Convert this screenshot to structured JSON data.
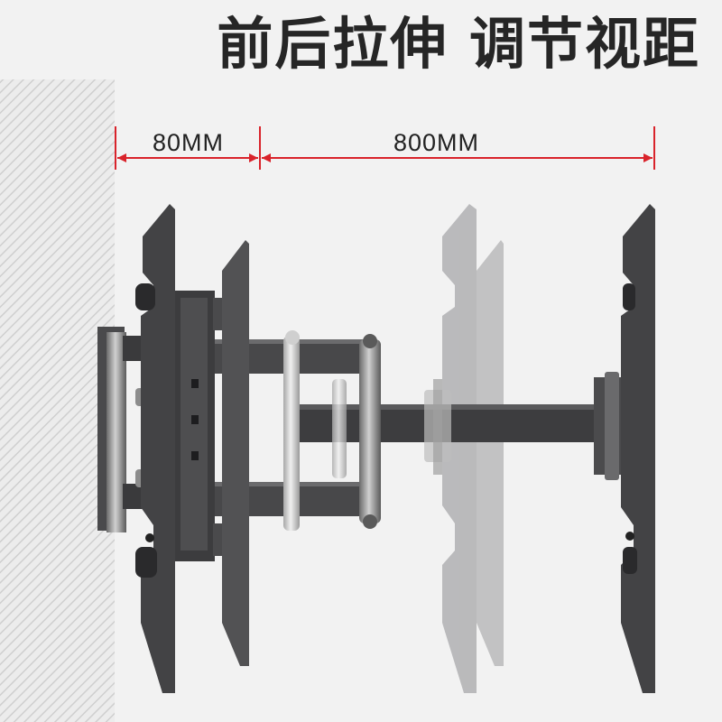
{
  "headline": "前后拉伸 调节视距",
  "dimensions": {
    "depth_min": "80MM",
    "extension": "800MM"
  },
  "colors": {
    "dimension_line": "#d9232b",
    "bracket": "#4a4a4c",
    "wall_hatch": "#cfcfcf"
  },
  "illustration": {
    "subject": "tv-wall-mount-bracket",
    "states": [
      "retracted",
      "extended"
    ]
  }
}
